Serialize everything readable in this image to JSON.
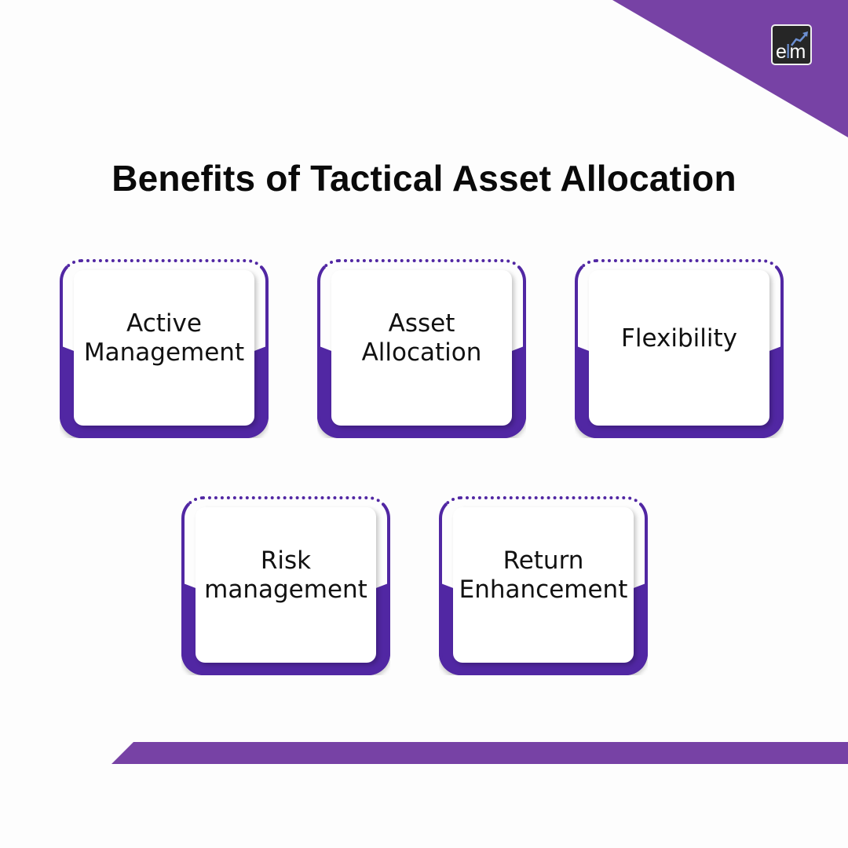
{
  "title": "Benefits of Tactical Asset Allocation",
  "logo": {
    "text_e": "e",
    "text_bar": "l",
    "text_m": "m",
    "icon": "trend-arrow-icon"
  },
  "colors": {
    "accent": "#7742a5",
    "card_border": "#5127a3",
    "logo_bg": "#262626",
    "logo_bar": "#6c8fd1"
  },
  "cards": [
    {
      "label_line1": "Active",
      "label_line2": "Management"
    },
    {
      "label_line1": "Asset",
      "label_line2": "Allocation"
    },
    {
      "label_line1": "Flexibility",
      "label_line2": ""
    },
    {
      "label_line1": "Risk",
      "label_line2": "management"
    },
    {
      "label_line1": "Return",
      "label_line2": "Enhancement"
    }
  ]
}
